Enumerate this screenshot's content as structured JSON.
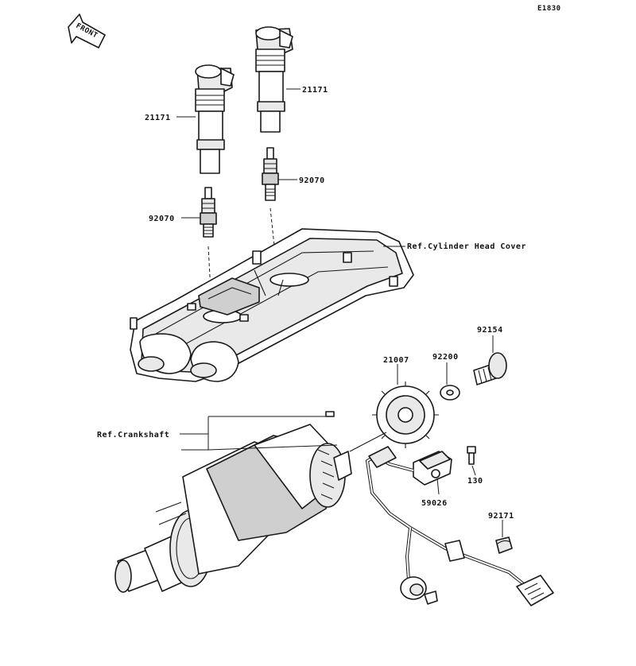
{
  "diagram_code": "E1830",
  "front_label": "FRONT",
  "callouts": {
    "coil_left": "21171",
    "coil_right": "21171",
    "plug_left": "92070",
    "plug_right": "92070",
    "head_cover_ref": "Ref.Cylinder Head Cover",
    "crankshaft_ref": "Ref.Crankshaft",
    "rotor": "21007",
    "washer": "92200",
    "bolt": "92154",
    "sensor_bolt": "130",
    "sensor": "59026",
    "clamp": "92171"
  }
}
